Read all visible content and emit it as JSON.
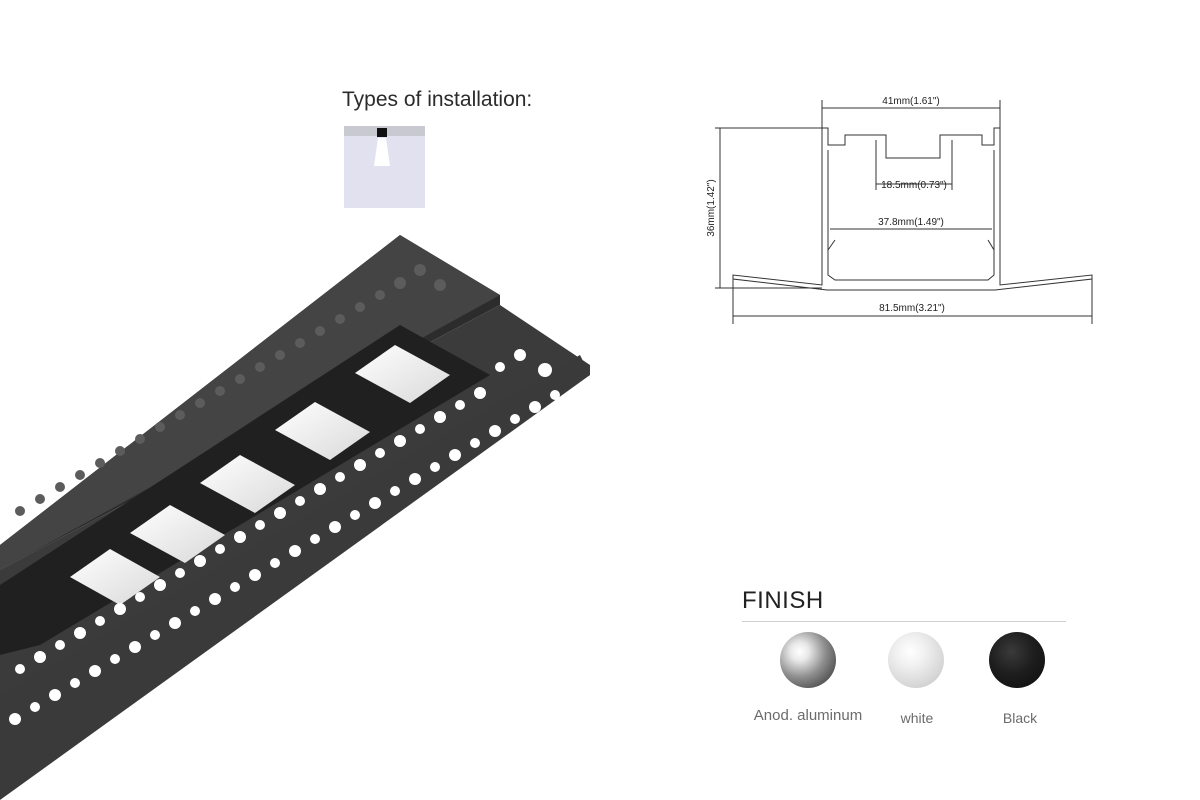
{
  "installation": {
    "title": "Types of installation:",
    "icon": "recessed-ceiling-icon"
  },
  "product": {
    "image": "recessed-trimless-led-linear-profile-with-louver-lenses"
  },
  "section_drawing": {
    "dimensions": {
      "top_width": "41mm(1.61\")",
      "slot_width": "18.5mm(0.73\")",
      "inner_width": "37.8mm(1.49\")",
      "height": "36mm(1.42\")",
      "flange_width": "81.5mm(3.21\")"
    }
  },
  "finish": {
    "title": "FINISH",
    "options": [
      {
        "label": "Anod. aluminum",
        "color": "#8e8e8e"
      },
      {
        "label": "white",
        "color": "#e6e6e6"
      },
      {
        "label": "Black",
        "color": "#151515"
      }
    ]
  }
}
